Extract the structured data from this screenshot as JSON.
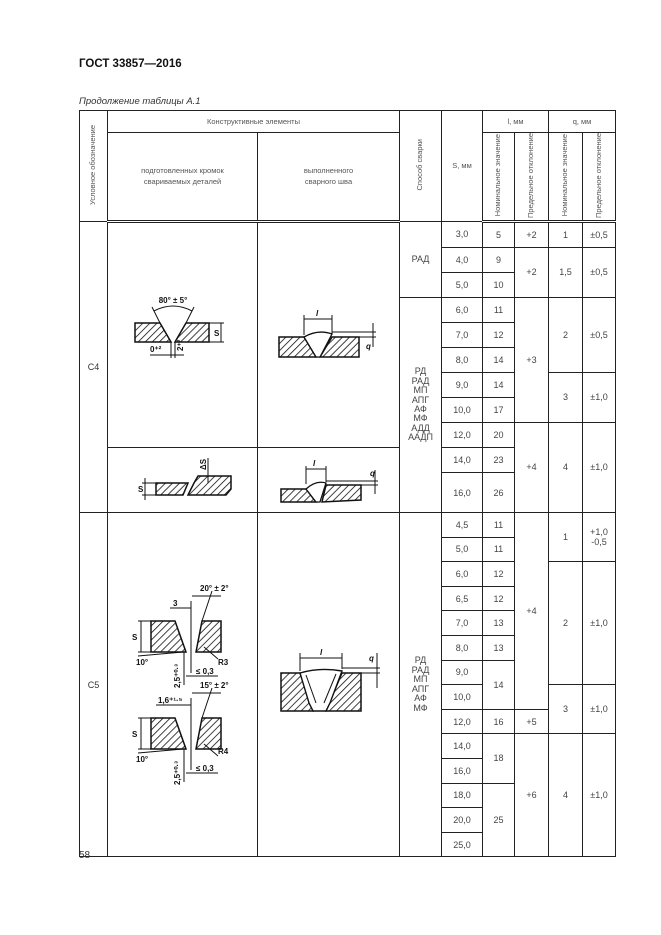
{
  "header": {
    "doc_title": "ГОСТ 33857—2016",
    "caption": "Продолжение таблицы А.1",
    "page_number": "58"
  },
  "table_header": {
    "designation": "Условное обозначение",
    "structural_elements": "Конструктивные элементы",
    "prepared_edges": "подготовленных кромок свариваемых деталей",
    "completed_weld": "выполненного сварного шва",
    "welding_method": "Способ сварки",
    "s_mm": "S, мм",
    "l_mm": "l, мм",
    "q_mm": "q, мм",
    "nominal": "Номинальное значение",
    "limit_deviation": "Предельное отклонение"
  },
  "c4": {
    "designation": "C4",
    "method_1": "РАД",
    "method_2": "РД РАД МП АПГ АФ МФ АДД ААДП",
    "s": [
      "3,0",
      "4,0",
      "5,0",
      "6,0",
      "7,0",
      "8,0",
      "9,0",
      "10,0",
      "12,0",
      "14,0",
      "16,0"
    ],
    "l_nominal": [
      "5",
      "9",
      "10",
      "11",
      "12",
      "14",
      "14",
      "17",
      "20",
      "23",
      "26"
    ],
    "l_deviation": [
      "+2",
      "+2",
      "+3",
      "+4"
    ],
    "q_nominal": [
      "1",
      "1,5",
      "2",
      "3",
      "4"
    ],
    "q_deviation": [
      "±0,5",
      "±0,5",
      "±0,5",
      "±1,0",
      "±1,0"
    ],
    "drawing": {
      "angle": "80° ± 5°",
      "gap": "0⁺²",
      "root": "2⁺²",
      "s": "S",
      "l": "l",
      "q": "q",
      "ds": "ΔS"
    }
  },
  "c5": {
    "designation": "C5",
    "method": "РД РАД МП АПГ АФ МФ",
    "s": [
      "4,5",
      "5,0",
      "6,0",
      "6,5",
      "7,0",
      "8,0",
      "9,0",
      "10,0",
      "12,0",
      "14,0",
      "16,0",
      "18,0",
      "20,0",
      "25,0"
    ],
    "l_nominal": [
      "11",
      "11",
      "12",
      "12",
      "13",
      "13",
      "14",
      "16",
      "18",
      "25"
    ],
    "l_deviation": [
      "+4",
      "+5",
      "+6"
    ],
    "q_nominal": [
      "1",
      "2",
      "3",
      "4"
    ],
    "q_deviation": [
      "+1,0 -0,5",
      "±1,0",
      "±1,0",
      "±1,0"
    ],
    "drawing": {
      "angle_1": "20° ± 2°",
      "angle_2": "15° ± 2°",
      "bevel": "10°",
      "gap_1": "3",
      "gap_2": "1,6⁺¹·⁵",
      "root": "2,5⁺⁰·³",
      "tol": "≤ 0,3",
      "r1": "R3",
      "r2": "R4",
      "s": "S",
      "l": "l",
      "q": "q"
    }
  }
}
